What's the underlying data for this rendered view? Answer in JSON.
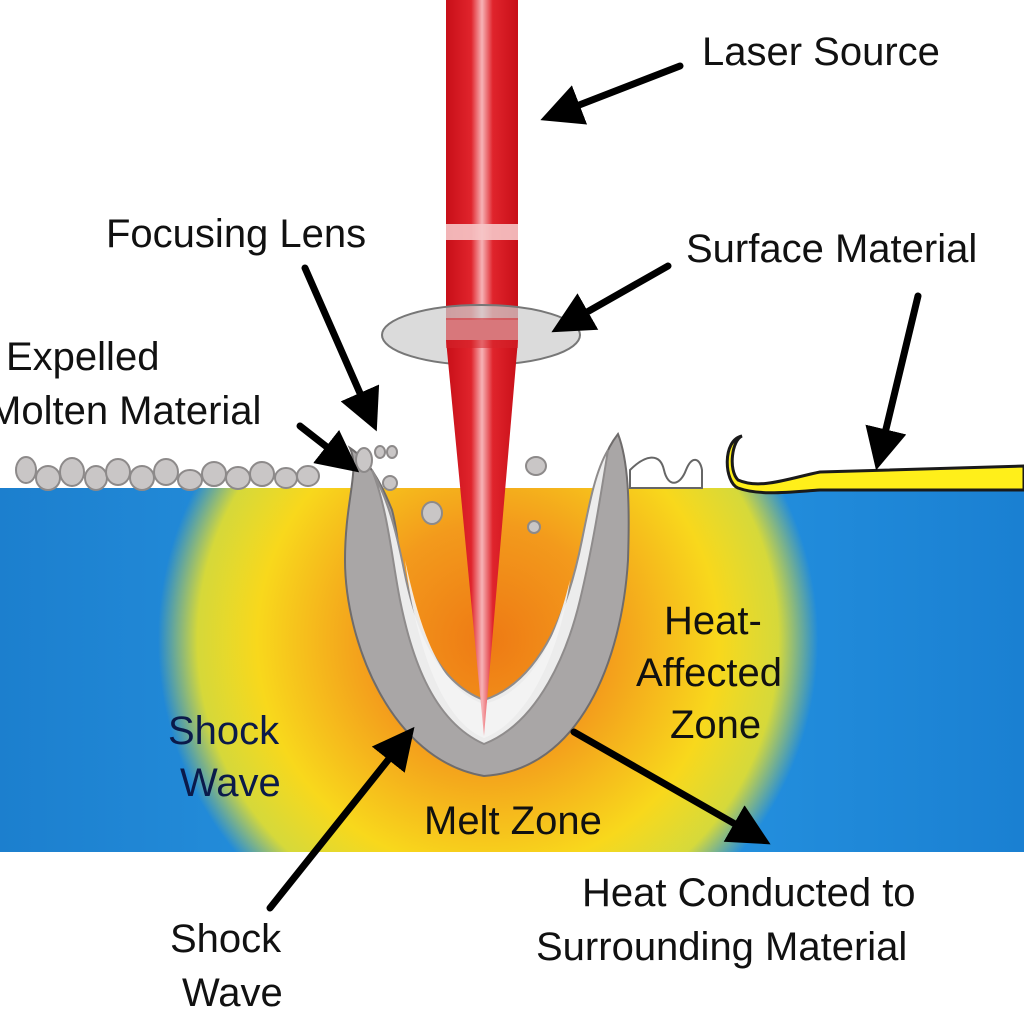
{
  "labels": {
    "laser_source": "Laser Source",
    "focusing_lens": "Focusing Lens",
    "surface_material": "Surface Material",
    "expelled_line1": "Expelled",
    "expelled_line2": "Molten Material",
    "haz_line1": "Heat-",
    "haz_line2": "Affected",
    "haz_line3": "Zone",
    "shock_wave_inner_line1": "Shock",
    "shock_wave_inner_line2": "Wave",
    "melt_zone": "Melt Zone",
    "heat_conducted_line1": "Heat Conducted to",
    "heat_conducted_line2": "Surrounding Material",
    "shock_wave_outer_line1": "Shock",
    "shock_wave_outer_line2": "Wave"
  },
  "colors": {
    "substrate_blue": "#1a86d6",
    "substrate_blue_edge": "#1c7fce",
    "heat_yellow": "#f5e21a",
    "heat_orange": "#f39a1c",
    "laser_red": "#d8141c",
    "laser_highlight": "#f3a0a4",
    "crater_gray": "#a9a6a6",
    "crater_inner": "#ececec",
    "surface_yellow": "#ffef1a",
    "lens_gray": "#c8c8c8"
  }
}
